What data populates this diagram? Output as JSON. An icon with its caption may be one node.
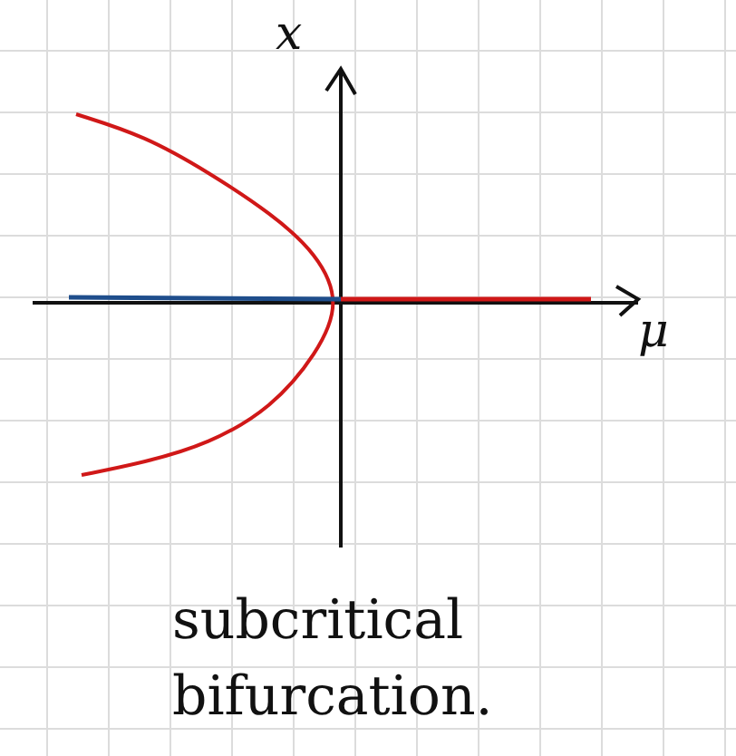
{
  "diagram": {
    "caption": "subcritical bifurcation.",
    "labels": [
      "x",
      "μ"
    ]
  }
}
